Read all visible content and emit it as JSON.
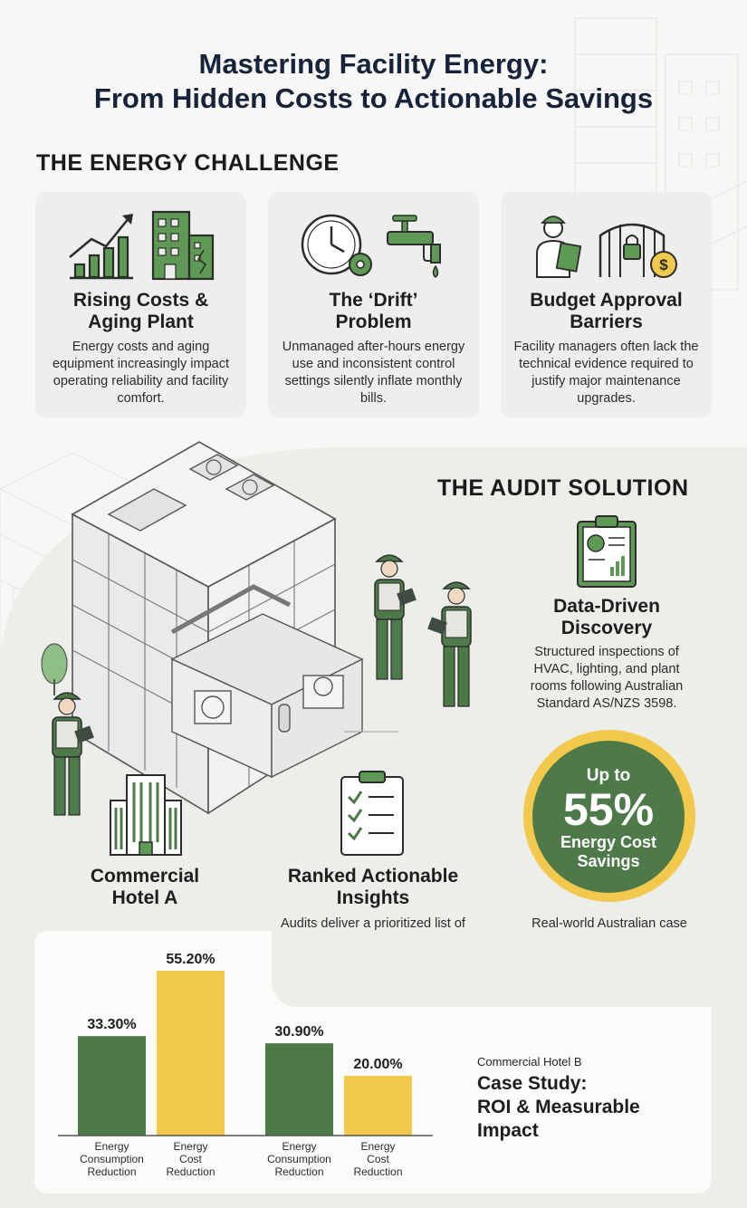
{
  "title_line1": "Mastering Facility Energy:",
  "title_line2": "From Hidden Costs to Actionable Savings",
  "challenge": {
    "heading": "THE ENERGY CHALLENGE",
    "cards": [
      {
        "title_l1": "Rising Costs &",
        "title_l2": "Aging Plant",
        "text": "Energy costs and aging equipment increasingly impact operating reliability and facility comfort."
      },
      {
        "title_l1": "The ‘Drift’",
        "title_l2": "Problem",
        "text": "Unmanaged after-hours energy use and inconsistent control settings silently inflate monthly bills."
      },
      {
        "title_l1": "Budget Approval",
        "title_l2": "Barriers",
        "text": "Facility managers often lack the technical evidence required to justify major maintenance upgrades."
      }
    ]
  },
  "solution": {
    "heading": "THE AUDIT SOLUTION",
    "discovery": {
      "title_l1": "Data-Driven",
      "title_l2": "Discovery",
      "text": "Structured inspections of HVAC, lighting, and plant rooms following Australian Standard AS/NZS 3598."
    },
    "hotel_a": {
      "title_l1": "Commercial",
      "title_l2": "Hotel A"
    },
    "ranked": {
      "title_l1": "Ranked Actionable",
      "title_l2": "Insights",
      "text": "Audits deliver a prioritized list of low-cost operational changes and capital upgrades."
    },
    "badge": {
      "line1": "Up to",
      "value": "55%",
      "line2": "Energy Cost",
      "line3": "Savings"
    },
    "badge_text": "Real-world Australian case studies show significant reductions in both consumption and costs."
  },
  "case_study": {
    "subtitle": "Commercial Hotel B",
    "title_l1": "Case Study:",
    "title_l2": "ROI & Measurable",
    "title_l3": "Impact"
  },
  "colors": {
    "green": "#4d7a48",
    "yellow": "#f2c94c",
    "navy": "#17233a"
  },
  "chart_data": {
    "type": "bar",
    "groups": [
      {
        "categories": [
          "Energy Consumption Reduction",
          "Energy Cost Reduction"
        ],
        "values": [
          33.3,
          55.2
        ],
        "labels": [
          "33.30%",
          "55.20%"
        ]
      },
      {
        "categories": [
          "Energy Consumption Reduction",
          "Energy Cost Reduction"
        ],
        "values": [
          30.9,
          20.0
        ],
        "labels": [
          "30.90%",
          "20.00%"
        ]
      }
    ],
    "colors": [
      "#4d7a48",
      "#f2c94c"
    ],
    "ylim": [
      0,
      60
    ],
    "unit": "%"
  }
}
